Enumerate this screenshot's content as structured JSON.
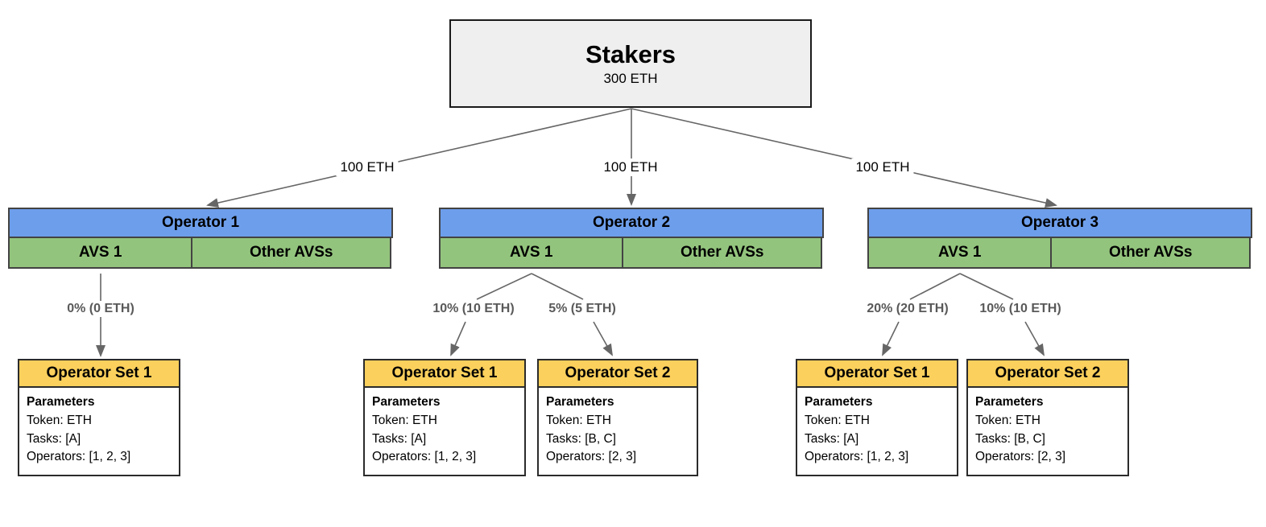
{
  "colors": {
    "operator_header": "#6d9eeb",
    "avs_cell": "#93c47d",
    "set_header": "#fbd05c",
    "stakers_fill": "#efefef",
    "edge": "#666666",
    "allocation_label_text": "#595959"
  },
  "stakers": {
    "title": "Stakers",
    "amount": "300 ETH"
  },
  "delegation_labels": {
    "to_operator1": "100 ETH",
    "to_operator2": "100 ETH",
    "to_operator3": "100 ETH"
  },
  "operators": [
    {
      "name": "Operator 1",
      "avs1": "AVS 1",
      "other_avs": "Other AVSs",
      "allocations": [
        {
          "label": "0% (0 ETH)"
        }
      ],
      "operator_sets": [
        {
          "title": "Operator Set 1",
          "params_title": "Parameters",
          "token": "Token: ETH",
          "tasks": "Tasks: [A]",
          "operators": "Operators: [1, 2, 3]"
        }
      ]
    },
    {
      "name": "Operator 2",
      "avs1": "AVS 1",
      "other_avs": "Other AVSs",
      "allocations": [
        {
          "label": "10% (10 ETH)"
        },
        {
          "label": "5% (5 ETH)"
        }
      ],
      "operator_sets": [
        {
          "title": "Operator Set 1",
          "params_title": "Parameters",
          "token": "Token: ETH",
          "tasks": "Tasks: [A]",
          "operators": "Operators: [1, 2, 3]"
        },
        {
          "title": "Operator Set 2",
          "params_title": "Parameters",
          "token": "Token: ETH",
          "tasks": "Tasks: [B, C]",
          "operators": "Operators: [2, 3]"
        }
      ]
    },
    {
      "name": "Operator 3",
      "avs1": "AVS 1",
      "other_avs": "Other AVSs",
      "allocations": [
        {
          "label": "20% (20 ETH)"
        },
        {
          "label": "10% (10 ETH)"
        }
      ],
      "operator_sets": [
        {
          "title": "Operator Set 1",
          "params_title": "Parameters",
          "token": "Token: ETH",
          "tasks": "Tasks: [A]",
          "operators": "Operators: [1, 2, 3]"
        },
        {
          "title": "Operator Set 2",
          "params_title": "Parameters",
          "token": "Token: ETH",
          "tasks": "Tasks: [B, C]",
          "operators": "Operators: [2, 3]"
        }
      ]
    }
  ]
}
